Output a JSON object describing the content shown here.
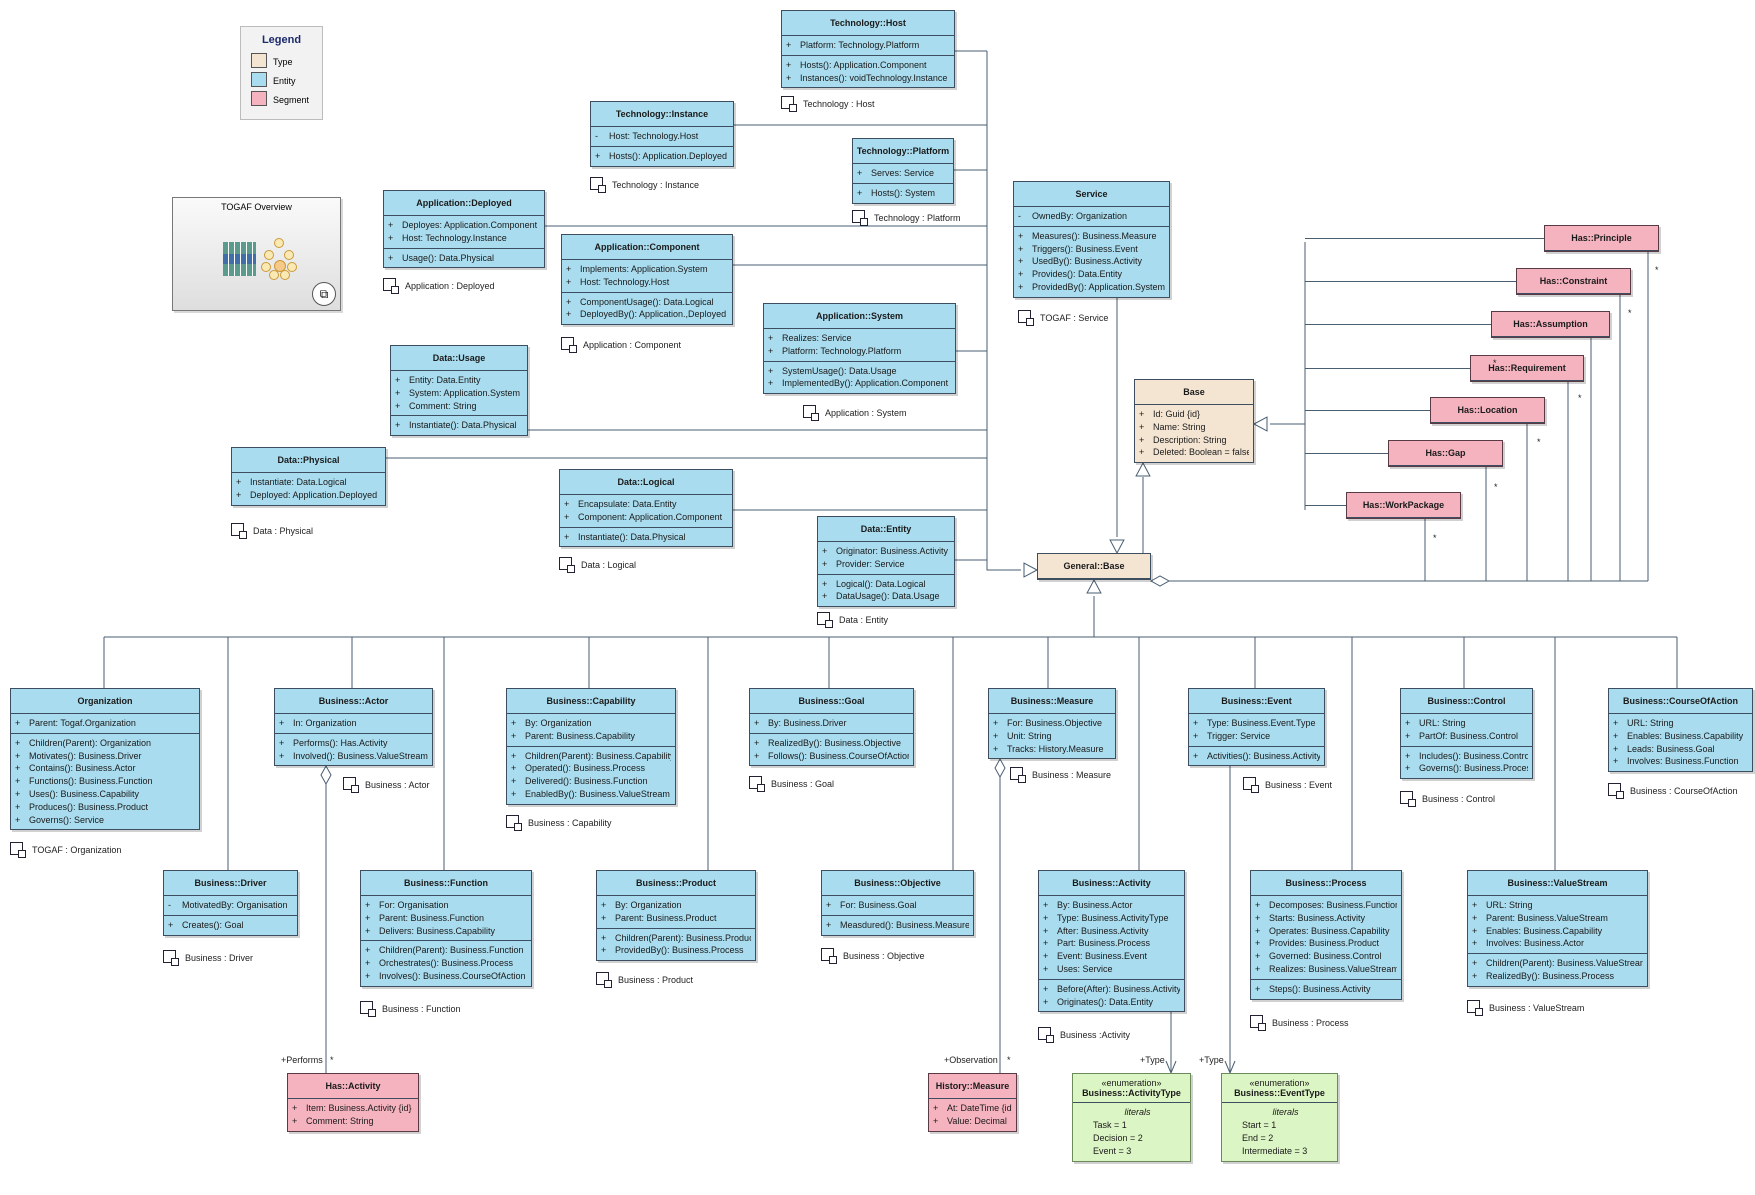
{
  "legend": {
    "title": "Legend",
    "items": [
      {
        "label": "Type",
        "color": "#f4e5d3"
      },
      {
        "label": "Entity",
        "color": "#a9dcee"
      },
      {
        "label": "Segment",
        "color": "#f4b3bf"
      }
    ]
  },
  "overview": {
    "title": "TOGAF Overview"
  },
  "classes": [
    {
      "id": "tech_host",
      "kind": "entity",
      "name": "Technology::Host",
      "attrs": [
        [
          "+",
          "Platform: Technology.Platform"
        ]
      ],
      "ops": [
        [
          "+",
          "Hosts(): Application.Component"
        ],
        [
          "+",
          "Instances(): voidTechnology.Instance"
        ]
      ],
      "caption": "Technology : Host"
    },
    {
      "id": "tech_instance",
      "kind": "entity",
      "name": "Technology::Instance",
      "attrs": [
        [
          "-",
          "Host: Technology.Host"
        ]
      ],
      "ops": [
        [
          "+",
          "Hosts(): Application.Deployed"
        ]
      ],
      "caption": "Technology : Instance"
    },
    {
      "id": "tech_platform",
      "kind": "entity",
      "name": "Technology::Platform",
      "attrs": [
        [
          "+",
          "Serves: Service"
        ]
      ],
      "ops": [
        [
          "+",
          "Hosts(): System"
        ]
      ],
      "caption": "Technology : Platform"
    },
    {
      "id": "app_deployed",
      "kind": "entity",
      "name": "Application::Deployed",
      "attrs": [
        [
          "+",
          "Deployes: Application.Component"
        ],
        [
          "+",
          "Host: Technology.Instance"
        ]
      ],
      "ops": [
        [
          "+",
          "Usage(): Data.Physical"
        ]
      ],
      "caption": "Application : Deployed"
    },
    {
      "id": "app_component",
      "kind": "entity",
      "name": "Application::Component",
      "attrs": [
        [
          "+",
          "Implements: Application.System"
        ],
        [
          "+",
          "Host: Technology.Host"
        ]
      ],
      "ops": [
        [
          "+",
          "ComponentUsage(): Data.Logical"
        ],
        [
          "+",
          "DeployedBy(): Application.,Deployed"
        ]
      ],
      "caption": "Application : Component"
    },
    {
      "id": "app_system",
      "kind": "entity",
      "name": "Application::System",
      "attrs": [
        [
          "+",
          "Realizes: Service"
        ],
        [
          "+",
          "Platform: Technology.Platform"
        ]
      ],
      "ops": [
        [
          "+",
          "SystemUsage(): Data.Usage"
        ],
        [
          "+",
          "ImplementedBy(): Application.Component"
        ]
      ],
      "caption": "Application : System"
    },
    {
      "id": "service",
      "kind": "entity",
      "name": "Service",
      "attrs": [
        [
          "-",
          "OwnedBy: Organization"
        ]
      ],
      "ops": [
        [
          "+",
          "Measures(): Business.Measure"
        ],
        [
          "+",
          "Triggers(): Business.Event"
        ],
        [
          "+",
          "UsedBy(): Business.Activity"
        ],
        [
          "+",
          "Provides(): Data.Entity"
        ],
        [
          "+",
          "ProvidedBy(): Application.System"
        ]
      ],
      "caption": "TOGAF : Service"
    },
    {
      "id": "data_usage",
      "kind": "entity",
      "name": "Data::Usage",
      "attrs": [
        [
          "+",
          "Entity: Data.Entity"
        ],
        [
          "+",
          "System: Application.System"
        ],
        [
          "+",
          "Comment: String"
        ]
      ],
      "ops": [
        [
          "+",
          "Instantiate(): Data.Physical"
        ]
      ],
      "caption": ""
    },
    {
      "id": "data_physical",
      "kind": "entity",
      "name": "Data::Physical",
      "attrs": [
        [
          "+",
          "Instantiate: Data.Logical"
        ],
        [
          "+",
          "Deployed: Application.Deployed"
        ]
      ],
      "ops": [],
      "caption": "Data : Physical"
    },
    {
      "id": "data_logical",
      "kind": "entity",
      "name": "Data::Logical",
      "attrs": [
        [
          "+",
          "Encapsulate: Data.Entity"
        ],
        [
          "+",
          "Component: Application.Component"
        ]
      ],
      "ops": [
        [
          "+",
          "Instantiate(): Data.Physical"
        ]
      ],
      "caption": "Data : Logical"
    },
    {
      "id": "data_entity",
      "kind": "entity",
      "name": "Data::Entity",
      "attrs": [
        [
          "+",
          "Originator: Business.Activity"
        ],
        [
          "+",
          "Provider: Service"
        ]
      ],
      "ops": [
        [
          "+",
          "Logical(): Data.Logical"
        ],
        [
          "+",
          "DataUsage(): Data.Usage"
        ]
      ],
      "caption": "Data : Entity"
    },
    {
      "id": "base",
      "kind": "type",
      "name": "Base",
      "attrs": [
        [
          "+",
          "Id: Guid {id}"
        ],
        [
          "+",
          "Name: String"
        ],
        [
          "+",
          "Description: String"
        ],
        [
          "+",
          "Deleted: Boolean = false"
        ]
      ],
      "ops": [],
      "caption": ""
    },
    {
      "id": "general_base",
      "kind": "type",
      "name": "General::Base",
      "attrs": [],
      "ops": [],
      "caption": ""
    },
    {
      "id": "has_principle",
      "kind": "segment",
      "name": "Has::Principle",
      "attrs": [],
      "ops": [],
      "caption": ""
    },
    {
      "id": "has_constraint",
      "kind": "segment",
      "name": "Has::Constraint",
      "attrs": [],
      "ops": [],
      "caption": ""
    },
    {
      "id": "has_assumption",
      "kind": "segment",
      "name": "Has::Assumption",
      "attrs": [],
      "ops": [],
      "caption": ""
    },
    {
      "id": "has_requirement",
      "kind": "segment",
      "name": "Has::Requirement",
      "attrs": [],
      "ops": [],
      "caption": ""
    },
    {
      "id": "has_location",
      "kind": "segment",
      "name": "Has::Location",
      "attrs": [],
      "ops": [],
      "caption": ""
    },
    {
      "id": "has_gap",
      "kind": "segment",
      "name": "Has::Gap",
      "attrs": [],
      "ops": [],
      "caption": ""
    },
    {
      "id": "has_workpackage",
      "kind": "segment",
      "name": "Has::WorkPackage",
      "attrs": [],
      "ops": [],
      "caption": ""
    },
    {
      "id": "organization",
      "kind": "entity",
      "name": "Organization",
      "attrs": [
        [
          "+",
          "Parent: Togaf.Organization"
        ]
      ],
      "ops": [
        [
          "+",
          "Children(Parent): Organization"
        ],
        [
          "+",
          "Motivates(): Business.Driver"
        ],
        [
          "+",
          "Contains(): Business.Actor"
        ],
        [
          "+",
          "Functions(): Business.Function"
        ],
        [
          "+",
          "Uses(): Business.Capability"
        ],
        [
          "+",
          "Produces(): Business.Product"
        ],
        [
          "+",
          "Governs(): Service"
        ]
      ],
      "caption": "TOGAF : Organization"
    },
    {
      "id": "actor",
      "kind": "entity",
      "name": "Business::Actor",
      "attrs": [
        [
          "+",
          "In: Organization"
        ]
      ],
      "ops": [
        [
          "+",
          "Performs(): Has.Activity"
        ],
        [
          "+",
          "Involved(): Business.ValueStream"
        ]
      ],
      "caption": "Business : Actor"
    },
    {
      "id": "capability",
      "kind": "entity",
      "name": "Business::Capability",
      "attrs": [
        [
          "+",
          "By: Organization"
        ],
        [
          "+",
          "Parent: Business.Capability"
        ]
      ],
      "ops": [
        [
          "+",
          "Children(Parent): Business.Capability"
        ],
        [
          "+",
          "Operated(): Business.Process"
        ],
        [
          "+",
          "Delivered(): Business.Function"
        ],
        [
          "+",
          "EnabledBy(): Business.ValueStream"
        ]
      ],
      "caption": "Business : Capability"
    },
    {
      "id": "goal",
      "kind": "entity",
      "name": "Business::Goal",
      "attrs": [
        [
          "+",
          "By: Business.Driver"
        ]
      ],
      "ops": [
        [
          "+",
          "RealizedBy(): Business.Objective"
        ],
        [
          "+",
          "Follows(): Business.CourseOfAction"
        ]
      ],
      "caption": "Business : Goal"
    },
    {
      "id": "measure",
      "kind": "entity",
      "name": "Business::Measure",
      "attrs": [
        [
          "+",
          "For: Business.Objective"
        ],
        [
          "+",
          "Unit: String"
        ],
        [
          "+",
          "Tracks: History.Measure"
        ]
      ],
      "ops": [],
      "caption": "Business : Measure"
    },
    {
      "id": "event",
      "kind": "entity",
      "name": "Business::Event",
      "attrs": [
        [
          "+",
          "Type: Business.Event.Type"
        ],
        [
          "+",
          "Trigger: Service"
        ]
      ],
      "ops": [
        [
          "+",
          "Activities(): Business.Activity"
        ]
      ],
      "caption": "Business : Event"
    },
    {
      "id": "control",
      "kind": "entity",
      "name": "Business::Control",
      "attrs": [
        [
          "+",
          "URL: String"
        ],
        [
          "+",
          "PartOf: Business.Control"
        ]
      ],
      "ops": [
        [
          "+",
          "Includes(): Business.Control"
        ],
        [
          "+",
          "Governs(): Business.Process"
        ]
      ],
      "caption": "Business : Control"
    },
    {
      "id": "courseofaction",
      "kind": "entity",
      "name": "Business::CourseOfAction",
      "attrs": [
        [
          "+",
          "URL: String"
        ],
        [
          "+",
          "Enables: Business.Capability"
        ],
        [
          "+",
          "Leads: Business.Goal"
        ],
        [
          "+",
          "Involves: Business.Function"
        ]
      ],
      "ops": [],
      "caption": "Business : CourseOfAction"
    },
    {
      "id": "driver",
      "kind": "entity",
      "name": "Business::Driver",
      "attrs": [
        [
          "-",
          "MotivatedBy: Organisation"
        ]
      ],
      "ops": [
        [
          "+",
          "Creates(): Goal"
        ]
      ],
      "caption": "Business : Driver"
    },
    {
      "id": "function",
      "kind": "entity",
      "name": "Business::Function",
      "attrs": [
        [
          "+",
          "For: Organisation"
        ],
        [
          "+",
          "Parent: Business.Function"
        ],
        [
          "+",
          "Delivers: Business.Capability"
        ]
      ],
      "ops": [
        [
          "+",
          "Children(Parent): Business.Function"
        ],
        [
          "+",
          "Orchestrates(): Business.Process"
        ],
        [
          "+",
          "Involves(): Business.CourseOfAction"
        ]
      ],
      "caption": "Business : Function"
    },
    {
      "id": "product",
      "kind": "entity",
      "name": "Business::Product",
      "attrs": [
        [
          "+",
          "By: Organization"
        ],
        [
          "+",
          "Parent: Business.Product"
        ]
      ],
      "ops": [
        [
          "+",
          "Children(Parent): Business.Product"
        ],
        [
          "+",
          "ProvidedBy(): Business.Process"
        ]
      ],
      "caption": "Business : Product"
    },
    {
      "id": "objective",
      "kind": "entity",
      "name": "Business::Objective",
      "attrs": [
        [
          "+",
          "For: Business.Goal"
        ]
      ],
      "ops": [
        [
          "+",
          "Measdured(): Business.Measure"
        ]
      ],
      "caption": "Business : Objective"
    },
    {
      "id": "activity",
      "kind": "entity",
      "name": "Business::Activity",
      "attrs": [
        [
          "+",
          "By: Business.Actor"
        ],
        [
          "+",
          "Type: Business.ActivityType"
        ],
        [
          "+",
          "After: Business.Activity"
        ],
        [
          "+",
          "Part: Business.Process"
        ],
        [
          "+",
          "Event: Business.Event"
        ],
        [
          "+",
          "Uses: Service"
        ]
      ],
      "ops": [
        [
          "+",
          "Before(After): Business.Activity"
        ],
        [
          "+",
          "Originates(): Data.Entity"
        ]
      ],
      "caption": "Business :Activity"
    },
    {
      "id": "process",
      "kind": "entity",
      "name": "Business::Process",
      "attrs": [
        [
          "+",
          "Decomposes: Business.Function"
        ],
        [
          "+",
          "Starts: Business.Activity"
        ],
        [
          "+",
          "Operates: Business.Capability"
        ],
        [
          "+",
          "Provides: Business.Product"
        ],
        [
          "+",
          "Governed: Business.Control"
        ],
        [
          "+",
          "Realizes: Business.ValueStream"
        ]
      ],
      "ops": [
        [
          "+",
          "Steps(): Business.Activity"
        ]
      ],
      "caption": "Business : Process"
    },
    {
      "id": "valuestream",
      "kind": "entity",
      "name": "Business::ValueStream",
      "attrs": [
        [
          "+",
          "URL: String"
        ],
        [
          "+",
          "Parent: Business.ValueStream"
        ],
        [
          "+",
          "Enables: Business.Capability"
        ],
        [
          "+",
          "Involves: Business.Actor"
        ]
      ],
      "ops": [
        [
          "+",
          "Children(Parent): Business.ValueStream"
        ],
        [
          "+",
          "RealizedBy(): Business.Process"
        ]
      ],
      "caption": "Business : ValueStream"
    },
    {
      "id": "has_activity",
      "kind": "segment",
      "name": "Has::Activity",
      "attrs": [
        [
          "+",
          "Item: Business.Activity {id}"
        ],
        [
          "+",
          "Comment: String"
        ]
      ],
      "ops": [],
      "caption": ""
    },
    {
      "id": "history_measure",
      "kind": "segment",
      "name": "History::Measure",
      "attrs": [
        [
          "+",
          "At: DateTime {id}"
        ],
        [
          "+",
          "Value: Decimal"
        ]
      ],
      "ops": [],
      "caption": ""
    },
    {
      "id": "activity_type",
      "kind": "enum",
      "stereotype": "«enumeration»",
      "name": "Business::ActivityType",
      "literals_label": "literals",
      "literals": [
        "Task = 1",
        "Decision = 2",
        "Event = 3"
      ],
      "caption": ""
    },
    {
      "id": "event_type",
      "kind": "enum",
      "stereotype": "«enumeration»",
      "name": "Business::EventType",
      "literals_label": "literals",
      "literals": [
        "Start = 1",
        "End = 2",
        "Intermediate = 3"
      ],
      "caption": ""
    }
  ],
  "role_labels": [
    "+Performs",
    "*",
    "+Observation",
    "*",
    "+Type",
    "+Type",
    "*",
    "*",
    "*",
    "*",
    "*",
    "*",
    "*"
  ]
}
